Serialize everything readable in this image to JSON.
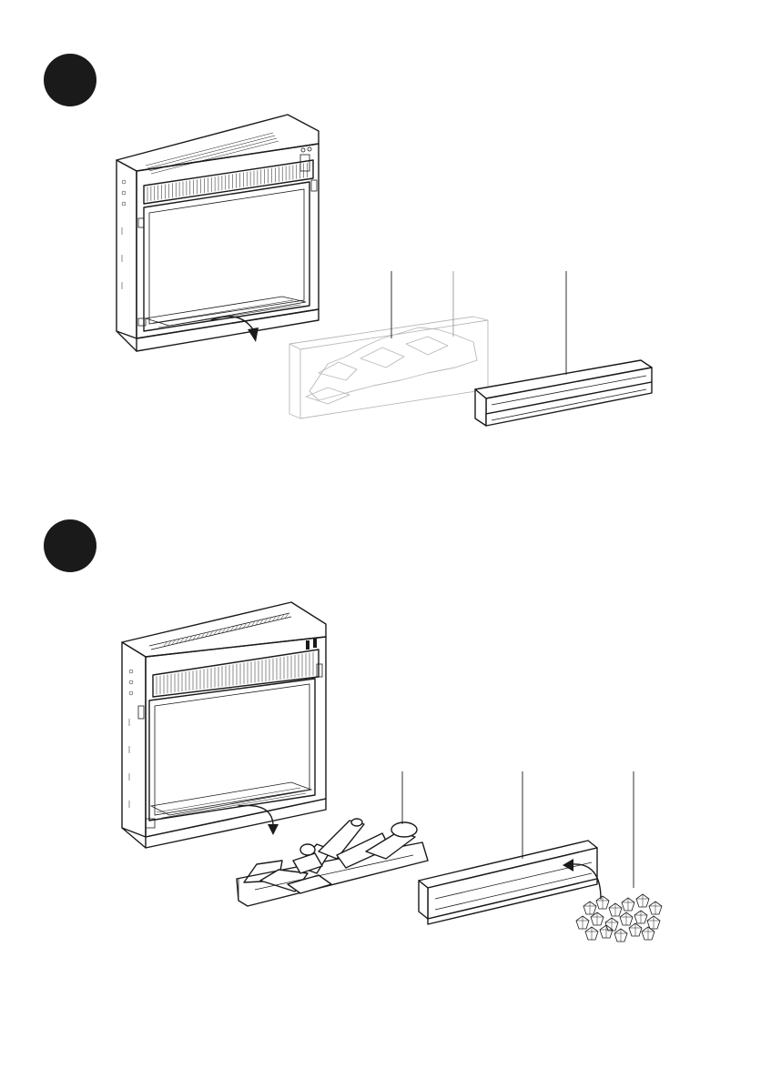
{
  "steps": [
    {
      "id": "step-1",
      "marker_color": "#1a1a1a"
    },
    {
      "id": "step-2",
      "marker_color": "#1a1a1a"
    }
  ],
  "colors": {
    "line": "#1a1a1a",
    "ghost": "#b8b8b8",
    "background": "#ffffff"
  },
  "icons": {
    "rotate_arrow": "curved-arrow-icon",
    "marker": "step-marker-circle"
  }
}
